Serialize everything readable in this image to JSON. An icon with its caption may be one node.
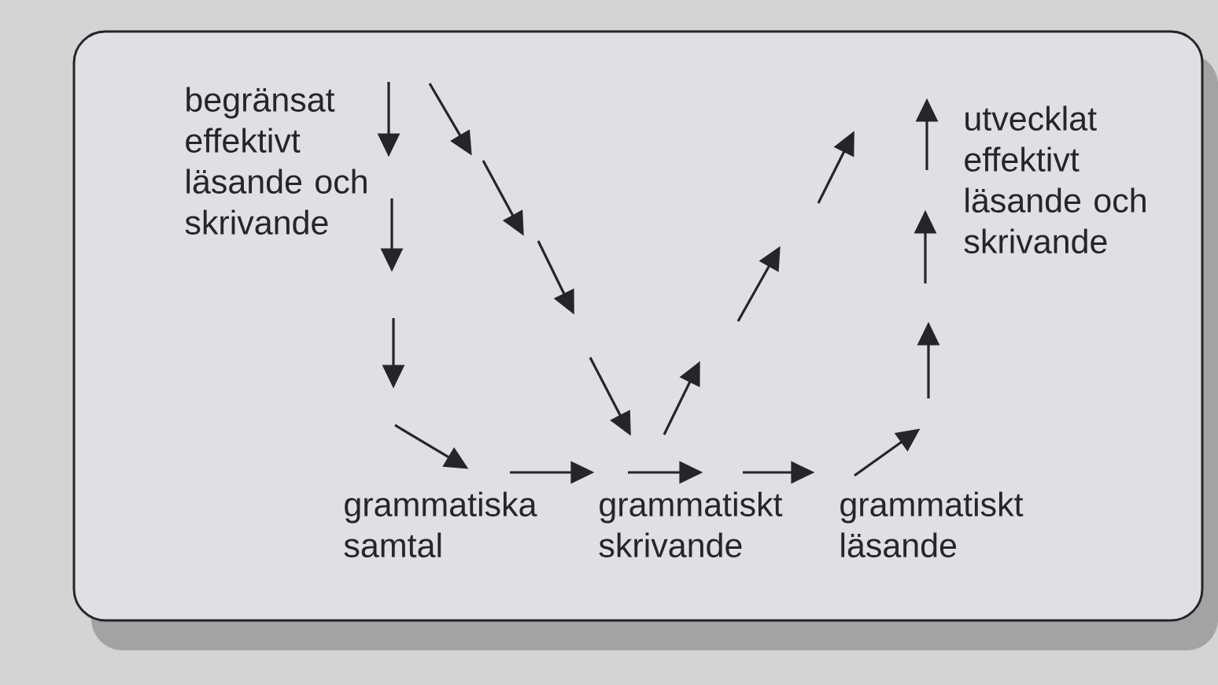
{
  "diagram": {
    "nodes": [
      {
        "text": [
          "begränsat effektivt läsande och skrivande"
        ]
      },
      {
        "text": [
          "utvecklat effektivt läsande och skrivande"
        ]
      },
      {
        "text": [
          "grammatiska samtal"
        ]
      },
      {
        "text": [
          "grammatiskt skrivande"
        ]
      },
      {
        "text": [
          "grammatiskt läsande"
        ]
      }
    ],
    "edges": [
      {
        "from": 0,
        "to": 2,
        "arrow": "to"
      },
      {
        "from": 2,
        "to": 3,
        "arrow": "to"
      },
      {
        "from": 3,
        "to": 4,
        "arrow": "to"
      },
      {
        "from": 4,
        "to": 1,
        "arrow": "to"
      },
      {
        "from": 0,
        "to": 3,
        "arrow": "to"
      },
      {
        "from": 3,
        "to": 1,
        "arrow": "to"
      }
    ]
  }
}
